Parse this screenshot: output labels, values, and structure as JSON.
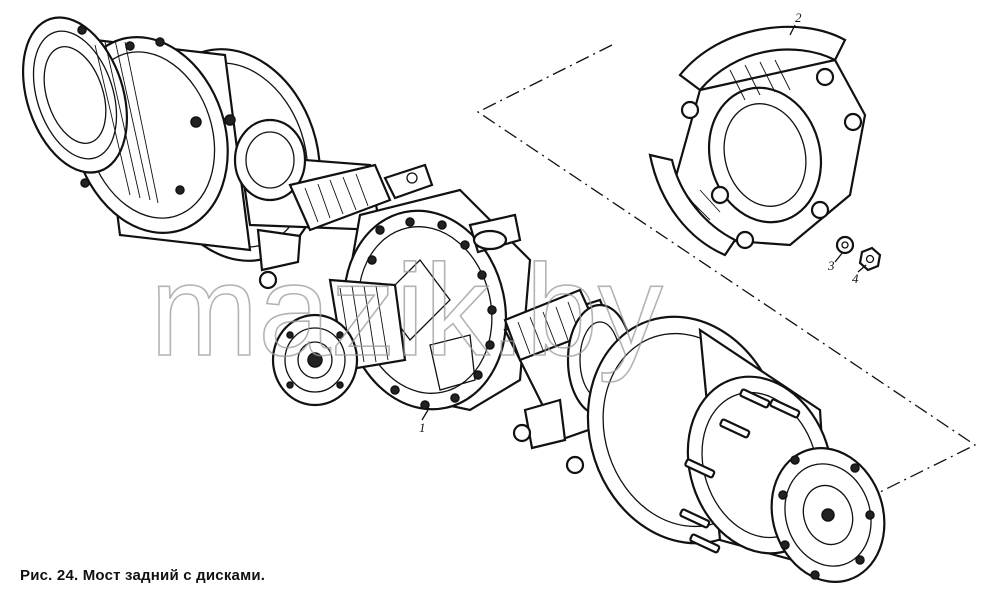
{
  "caption": "Рис. 24. Мост задний с дисками.",
  "watermark": "mazik.by",
  "callouts": {
    "axle": "1",
    "disc": "2",
    "washer": "3",
    "nut": "4"
  },
  "colors": {
    "ink": "#111111",
    "paper": "#ffffff",
    "watermark": "#9a9a9a"
  }
}
